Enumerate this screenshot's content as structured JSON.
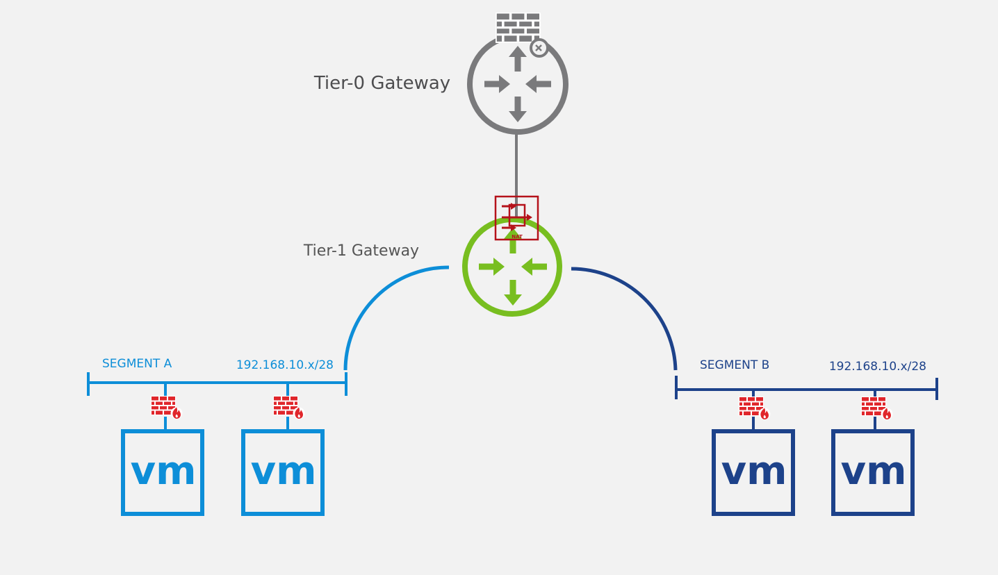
{
  "tier0": {
    "label": "Tier-0 Gateway"
  },
  "tier1": {
    "label": "Tier-1 Gateway",
    "nat_text": "NAT"
  },
  "segment_a": {
    "label": "SEGMENT A",
    "subnet": "192.168.10.x/28",
    "vm1": "vm",
    "vm2": "vm"
  },
  "segment_b": {
    "label": "SEGMENT B",
    "subnet": "192.168.10.x/28",
    "vm1": "vm",
    "vm2": "vm"
  },
  "colors": {
    "background": "#f2f2f2",
    "tier0": "#7a7a7c",
    "tier0_label": "#4d4d4f",
    "tier1": "#78be20",
    "tier1_label": "#555555",
    "segment_a": "#0d8ed8",
    "segment_b": "#1d428a",
    "firewall": "#e0262b",
    "nat": "#b5121b"
  },
  "icons": {
    "tier0": "router-icon",
    "tier0_firewall": "firewall-icon",
    "tier1": "router-icon",
    "nat": "nat-icon",
    "vm_firewall": "firewall-icon",
    "vm": "vm-icon"
  }
}
